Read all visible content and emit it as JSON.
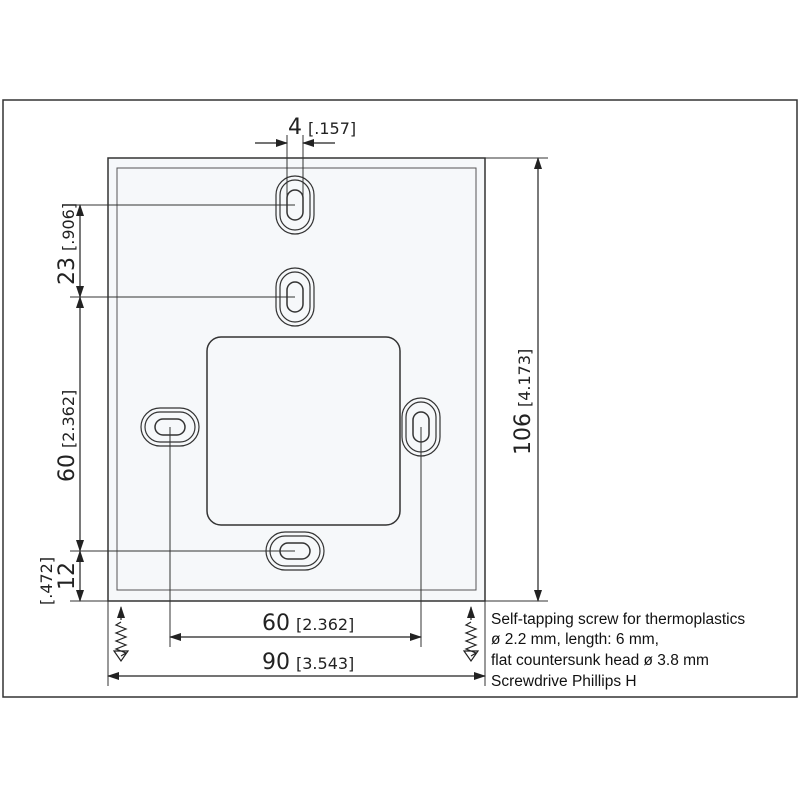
{
  "dimensions": {
    "slot_width": {
      "value": "4",
      "inch": "[.157]"
    },
    "top_slot_spacing": {
      "value": "23",
      "inch": "[.906]"
    },
    "middle_spacing": {
      "value": "60",
      "inch": "[2.362]"
    },
    "bottom_offset": {
      "value": "12",
      "inch": "[.472]"
    },
    "height": {
      "value": "106",
      "inch": "[4.173]"
    },
    "horizontal_slot_spacing": {
      "value": "60",
      "inch": "[2.362]"
    },
    "width": {
      "value": "90",
      "inch": "[3.543]"
    }
  },
  "note": {
    "lines": [
      "Self-tapping screw for thermoplastics",
      "ø 2.2 mm, length: 6 mm,",
      "flat countersunk head ø 3.8 mm",
      "Screwdrive Phillips H"
    ]
  }
}
